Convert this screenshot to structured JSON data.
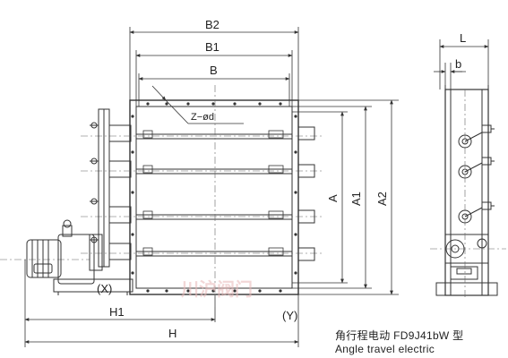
{
  "dimensions": {
    "b2": "B2",
    "b1": "B1",
    "b": "B",
    "a": "A",
    "a1": "A1",
    "a2": "A2",
    "h": "H",
    "h1": "H1",
    "l": "L",
    "small_b": "b",
    "holes": "Z−ød"
  },
  "axis_marks": {
    "x": "(X)",
    "y": "(Y)"
  },
  "caption": {
    "line1": "角行程电动  FD9J41bW  型",
    "line2": "Angle  travel  electric"
  },
  "watermark": {
    "text": "川沪阀门"
  },
  "colors": {
    "line": "#333333",
    "watermark": "#e8b8b8"
  }
}
